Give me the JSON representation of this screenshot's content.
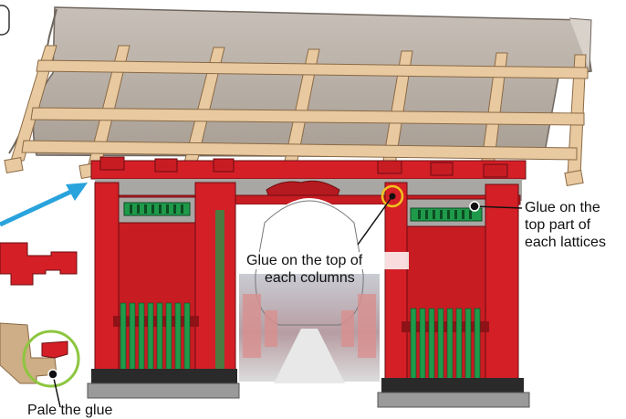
{
  "diagram": {
    "title": "",
    "callouts": {
      "columns": {
        "line1": "Glue on the top of",
        "line2": "each columns"
      },
      "lattices": {
        "line1": "Glue on the",
        "line2": "top part of",
        "line3": "each lattices"
      },
      "bottom_left_partial": "Pale the glue"
    }
  },
  "colors": {
    "roof": "#b6aca3",
    "roof_shadow": "#8e857c",
    "beam": "#e8c9a0",
    "beam_edge": "#8a6a45",
    "red": "#d41f27",
    "dark_red": "#8f1217",
    "green": "#1f9a4a",
    "gray_panel": "#a9a7a4",
    "arrow": "#29a3dc",
    "highlight_yellow": "#f2c31d",
    "highlight_green": "#8dc63f",
    "stone": "#8c8c8c"
  }
}
